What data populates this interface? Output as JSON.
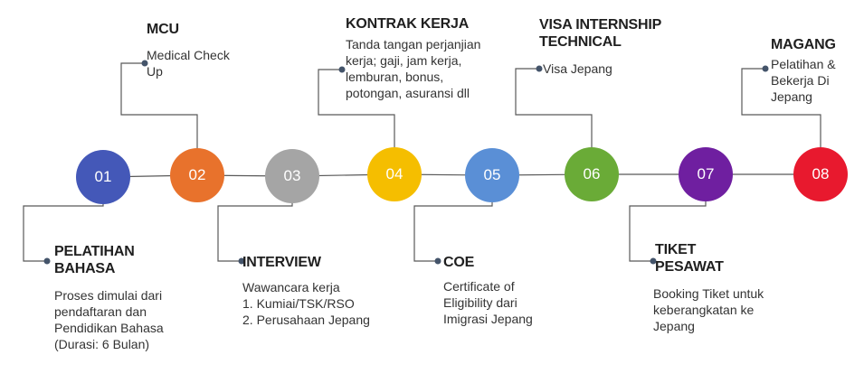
{
  "steps": [
    {
      "number": "01",
      "color": "#4458b8",
      "title": "PELATIHAN BAHASA",
      "title_lines": [
        "PELATIHAN",
        "BAHASA"
      ],
      "desc": [
        "Proses dimulai dari",
        "pendaftaran dan",
        "Pendidikan Bahasa",
        "(Durasi: 6 Bulan)"
      ]
    },
    {
      "number": "02",
      "color": "#e8722c",
      "title": "MCU",
      "title_lines": [
        "MCU"
      ],
      "desc": [
        "Medical Check",
        "Up"
      ]
    },
    {
      "number": "03",
      "color": "#a5a5a5",
      "title": "INTERVIEW",
      "title_lines": [
        "INTERVIEW"
      ],
      "desc": [
        "Wawancara kerja",
        "1. Kumiai/TSK/RSO",
        "2. Perusahaan Jepang"
      ]
    },
    {
      "number": "04",
      "color": "#f5be00",
      "title": "KONTRAK KERJA",
      "title_lines": [
        "KONTRAK KERJA"
      ],
      "desc": [
        "Tanda tangan perjanjian",
        "kerja; gaji, jam kerja,",
        "lemburan, bonus,",
        "potongan, asuransi dll"
      ]
    },
    {
      "number": "05",
      "color": "#5a8fd6",
      "title": "COE",
      "title_lines": [
        "COE"
      ],
      "desc": [
        "Certificate of",
        "Eligibility dari",
        "Imigrasi Jepang"
      ]
    },
    {
      "number": "06",
      "color": "#6aab37",
      "title": "VISA INTERNSHIP TECHNICAL",
      "title_lines": [
        "VISA INTERNSHIP",
        "TECHNICAL"
      ],
      "desc": [
        "Visa Jepang"
      ]
    },
    {
      "number": "07",
      "color": "#6f1fa0",
      "title": "TIKET PESAWAT",
      "title_lines": [
        "TIKET",
        "PESAWAT"
      ],
      "desc": [
        "Booking Tiket untuk",
        "keberangkatan ke",
        "Jepang"
      ]
    },
    {
      "number": "08",
      "color": "#e8192e",
      "title": "MAGANG",
      "title_lines": [
        "MAGANG"
      ],
      "desc": [
        "Pelatihan &",
        "Bekerja Di",
        "Jepang"
      ]
    }
  ],
  "colors": {
    "line": "#595959",
    "dot": "#44546a"
  }
}
